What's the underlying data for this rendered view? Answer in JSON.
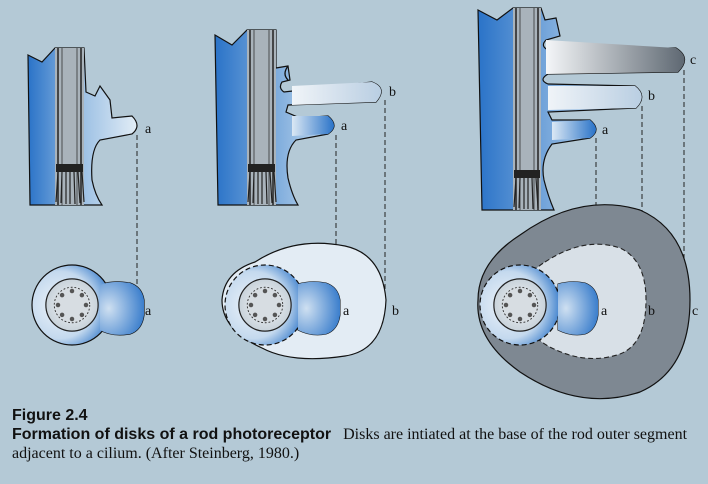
{
  "stages": [
    {
      "side_labels": [
        "a"
      ],
      "face_labels": [
        "a"
      ]
    },
    {
      "side_labels": [
        "a",
        "b"
      ],
      "face_labels": [
        "a",
        "b"
      ]
    },
    {
      "side_labels": [
        "a",
        "b",
        "c"
      ],
      "face_labels": [
        "a",
        "b",
        "c"
      ]
    }
  ],
  "caption": {
    "figure_number": "Figure 2.4",
    "title": "Formation of disks of a rod photoreceptor",
    "text": "Disks are intiated at the base of the rod outer segment adjacent to a cilium. (After Steinberg, 1980.)"
  },
  "colors": {
    "background": "#b4c9d6",
    "blue": "#2a73c8",
    "pale_blue": "#dde8f2",
    "mid_gray": "#8e9aa4",
    "dark_gray": "#6c7680"
  }
}
